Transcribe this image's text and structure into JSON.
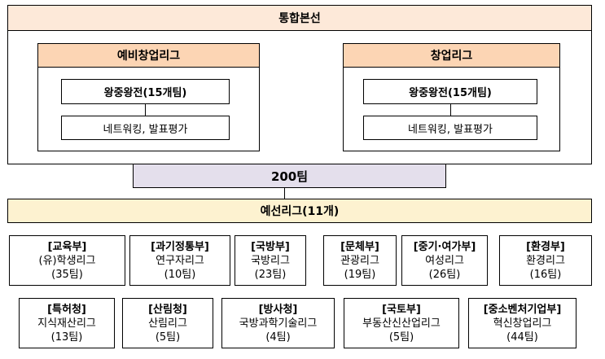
{
  "top": {
    "title": "통합본선",
    "left": {
      "title": "예비창업리그",
      "main": "왕중왕전(15개팀)",
      "sub": "네트워킹, 발표평가"
    },
    "right": {
      "title": "창업리그",
      "main": "왕중왕전(15개팀)",
      "sub": "네트워킹, 발표평가"
    }
  },
  "teams": "200팀",
  "prelim": "예선리그(11개)",
  "leagues": [
    {
      "dept": "[교육부]",
      "name": "(유)학생리그",
      "count": "(35팀)"
    },
    {
      "dept": "[과기정통부]",
      "name": "연구자리그",
      "count": "(10팀)"
    },
    {
      "dept": "[국방부]",
      "name": "국방리그",
      "count": "(23팀)"
    },
    {
      "dept": "[문체부]",
      "name": "관광리그",
      "count": "(19팀)"
    },
    {
      "dept": "[중기·여가부]",
      "name": "여성리그",
      "count": "(26팀)"
    },
    {
      "dept": "[환경부]",
      "name": "환경리그",
      "count": "(16팀)"
    },
    {
      "dept": "[특허청]",
      "name": "지식재산리그",
      "count": "(13팀)"
    },
    {
      "dept": "[산림청]",
      "name": "산림리그",
      "count": "(5팀)"
    },
    {
      "dept": "[방사청]",
      "name": "국방과학기술리그",
      "count": "(4팀)"
    },
    {
      "dept": "[국토부]",
      "name": "부동산신산업리그",
      "count": "(5팀)"
    },
    {
      "dept": "[중소벤처기업부]",
      "name": "혁신창업리그",
      "count": "(44팀)"
    }
  ],
  "colors": {
    "top_header": "#fde9d9",
    "league_header": "#fcd5b4",
    "teams_bar": "#e4dfec",
    "prelim_bar": "#fdf2d0"
  }
}
